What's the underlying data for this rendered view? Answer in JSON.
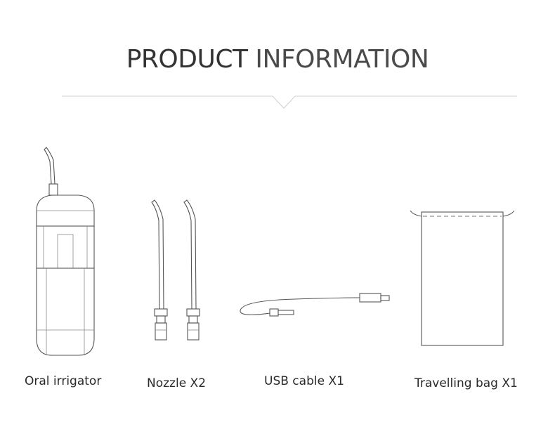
{
  "header": {
    "title_bold": "PRODUCT",
    "title_light": "INFORMATION"
  },
  "products": [
    {
      "label": "Oral irrigator",
      "icon": "oral-irrigator-icon"
    },
    {
      "label": "Nozzle X2",
      "icon": "nozzle-icon"
    },
    {
      "label": "USB cable X1",
      "icon": "usb-cable-icon"
    },
    {
      "label": "Travelling bag X1",
      "icon": "travelling-bag-icon"
    }
  ]
}
